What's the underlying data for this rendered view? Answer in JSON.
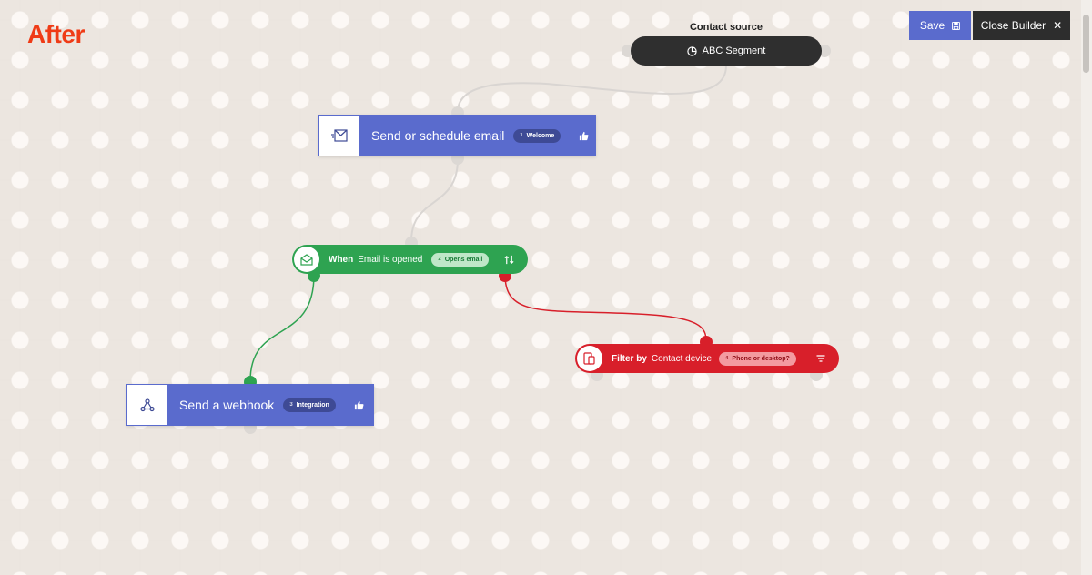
{
  "brand": {
    "label": "After",
    "color": "#ef3b16"
  },
  "toolbar": {
    "save_label": "Save",
    "save_icon": "floppy-disk-icon",
    "close_label": "Close Builder",
    "close_icon": "close-icon"
  },
  "source": {
    "heading": "Contact source",
    "segment_label": "ABC Segment",
    "icon": "pie-chart-icon"
  },
  "nodes": {
    "email": {
      "title": "Send or schedule email",
      "badge_num": "1",
      "badge_label": "Welcome",
      "icon": "email-send-icon",
      "action_icon": "thumbs-up-icon"
    },
    "when": {
      "keyword": "When",
      "condition": "Email is opened",
      "badge_num": "2",
      "badge_label": "Opens email",
      "icon": "open-envelope-icon",
      "action_icon": "branch-arrows-icon"
    },
    "webhook": {
      "title": "Send a webhook",
      "badge_num": "3",
      "badge_label": "Integration",
      "icon": "webhook-icon",
      "action_icon": "thumbs-up-icon"
    },
    "filter": {
      "keyword": "Filter by",
      "condition": "Contact device",
      "badge_num": "4",
      "badge_label": "Phone or desktop?",
      "icon": "devices-icon",
      "action_icon": "filter-icon"
    }
  },
  "colors": {
    "action_blue": "#5a6bcd",
    "condition_green": "#2ea351",
    "filter_red": "#d81f2a",
    "dark": "#2f2f2f"
  }
}
